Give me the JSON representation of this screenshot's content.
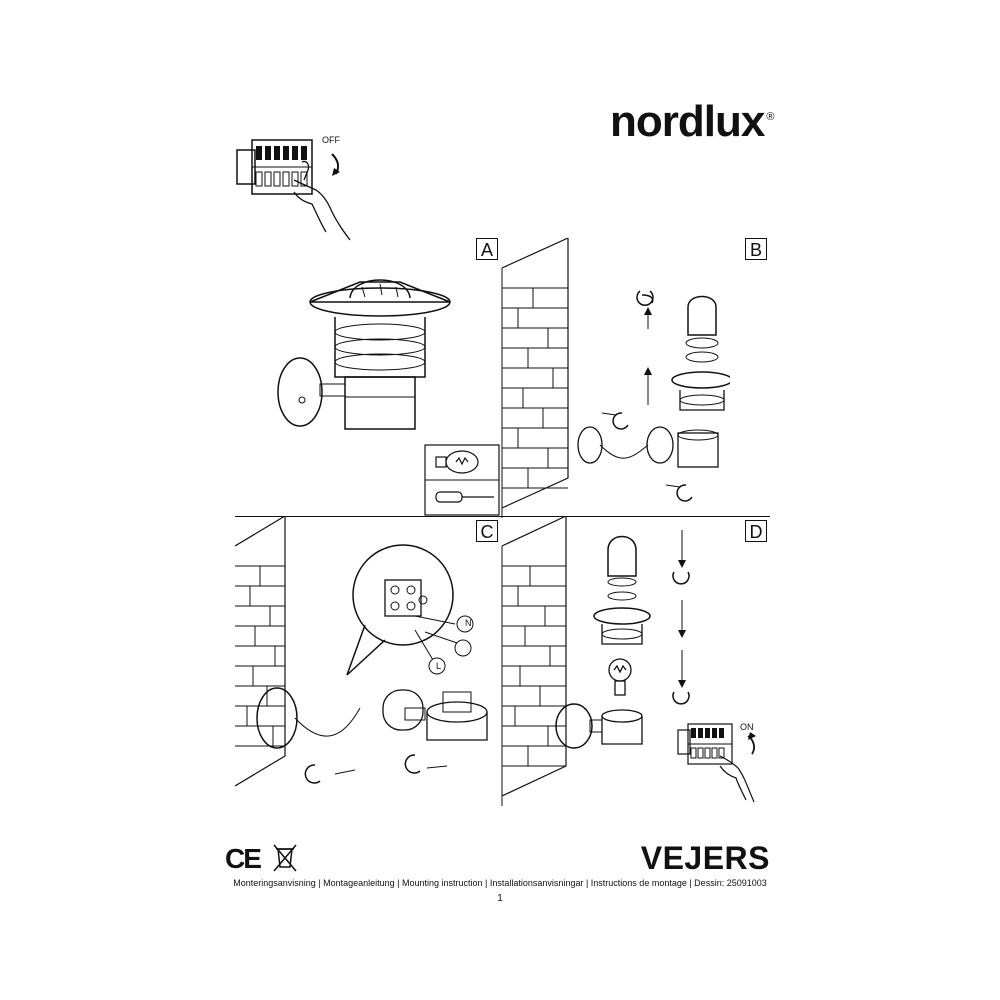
{
  "brand": {
    "name": "nordlux",
    "registered": "®"
  },
  "switch_labels": {
    "off": "OFF",
    "on": "ON"
  },
  "panels": [
    {
      "id": "A"
    },
    {
      "id": "B"
    },
    {
      "id": "C"
    },
    {
      "id": "D"
    }
  ],
  "terminals": {
    "neutral": "N",
    "live": "L"
  },
  "product": {
    "name": "VEJERS"
  },
  "footer": {
    "instructions": "Monteringsanvisning | Montageanleitung | Mounting instruction | Installationsanvisningar | Instructions de montage | Dessin: 25091003",
    "page": "1"
  },
  "marks": {
    "ce": "CE"
  },
  "colors": {
    "ink": "#111111",
    "paper": "#ffffff"
  },
  "icons": [
    "ce-mark-icon",
    "weee-bin-icon",
    "light-bulb-icon",
    "screwdriver-icon",
    "hand-icon",
    "breaker-box-icon"
  ]
}
